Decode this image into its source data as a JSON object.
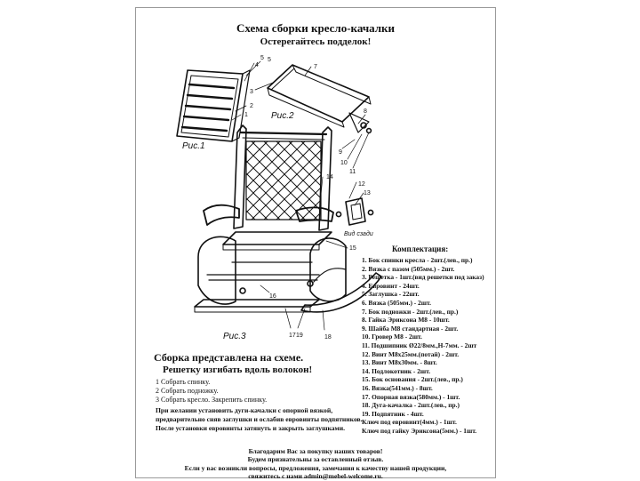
{
  "header": {
    "title": "Схема сборки кресло-качалки",
    "warning": "Остерегайтесь подделок!"
  },
  "figures": {
    "fig1": "Рис.1",
    "fig2": "Рис.2",
    "fig3": "Рис.3",
    "rear_view": "Вид сзади"
  },
  "callouts": [
    "1",
    "2",
    "3",
    "4",
    "5",
    "6",
    "7",
    "8",
    "9",
    "10",
    "11",
    "12",
    "13",
    "14",
    "15",
    "16",
    "17",
    "18",
    "19"
  ],
  "kit": {
    "title": "Комплектация:",
    "items": [
      "1. Бок спинки кресла - 2шт.(лев., пр.)",
      "2. Вязка с пазом (505мм.) - 2шт.",
      "3. Решетка - 1шт.(вид решетки под заказ)",
      "4. Евровинт - 24шт.",
      "5. Заглушка - 22шт.",
      "6. Вязка (505мм.) - 2шт.",
      "7. Бок подножки - 2шт.(лев., пр.)",
      "8. Гайка Эриксона М8 - 10шт.",
      "9. Шайба М8 стандартная - 2шт.",
      "10. Гровер М8 - 2шт.",
      "11. Подшипник Ø22/8мм.,Н-7мм. - 2шт",
      "12. Винт М8х25мм.(потай) - 2шт.",
      "13. Винт М8х30мм. - 8шт.",
      "14. Подлокотник - 2шт.",
      "15. Бок основания - 2шт.(лев., пр.)",
      "16. Вязка(541мм.) - 8шт.",
      "17. Опорная вязка(580мм.) - 1шт.",
      "18. Дуга-качалка - 2шт.(лев., пр.)",
      "19. Подпятник - 4шт.",
      "Ключ под евровинт(4мм.) - 1шт.",
      "Ключ под гайку Эриксона(5мм.) - 1шт."
    ]
  },
  "assembly": {
    "title": "Сборка представлена на схеме.",
    "subtitle": "Решетку изгибать вдоль волокон!",
    "steps": [
      "1  Собрать спинку.",
      "2  Собрать подножку.",
      "3  Собрать кресло. Закрепить спинку."
    ],
    "note": "При желании установить дуги-качалки с опорной вязкой, предварительно сняв заглушки и ослабив евровинты подпятников. После установки евровинты затянуть и закрыть заглушками."
  },
  "footer": {
    "lines": [
      "Благодарим Вас за покупку наших товаров!",
      "Будем признательны за оставленный отзыв.",
      "Если у вас возникли вопросы, предложения, замечания к качеству нашей продукции,",
      "свяжитесь с нами admin@mebel-welcome.ru."
    ]
  }
}
